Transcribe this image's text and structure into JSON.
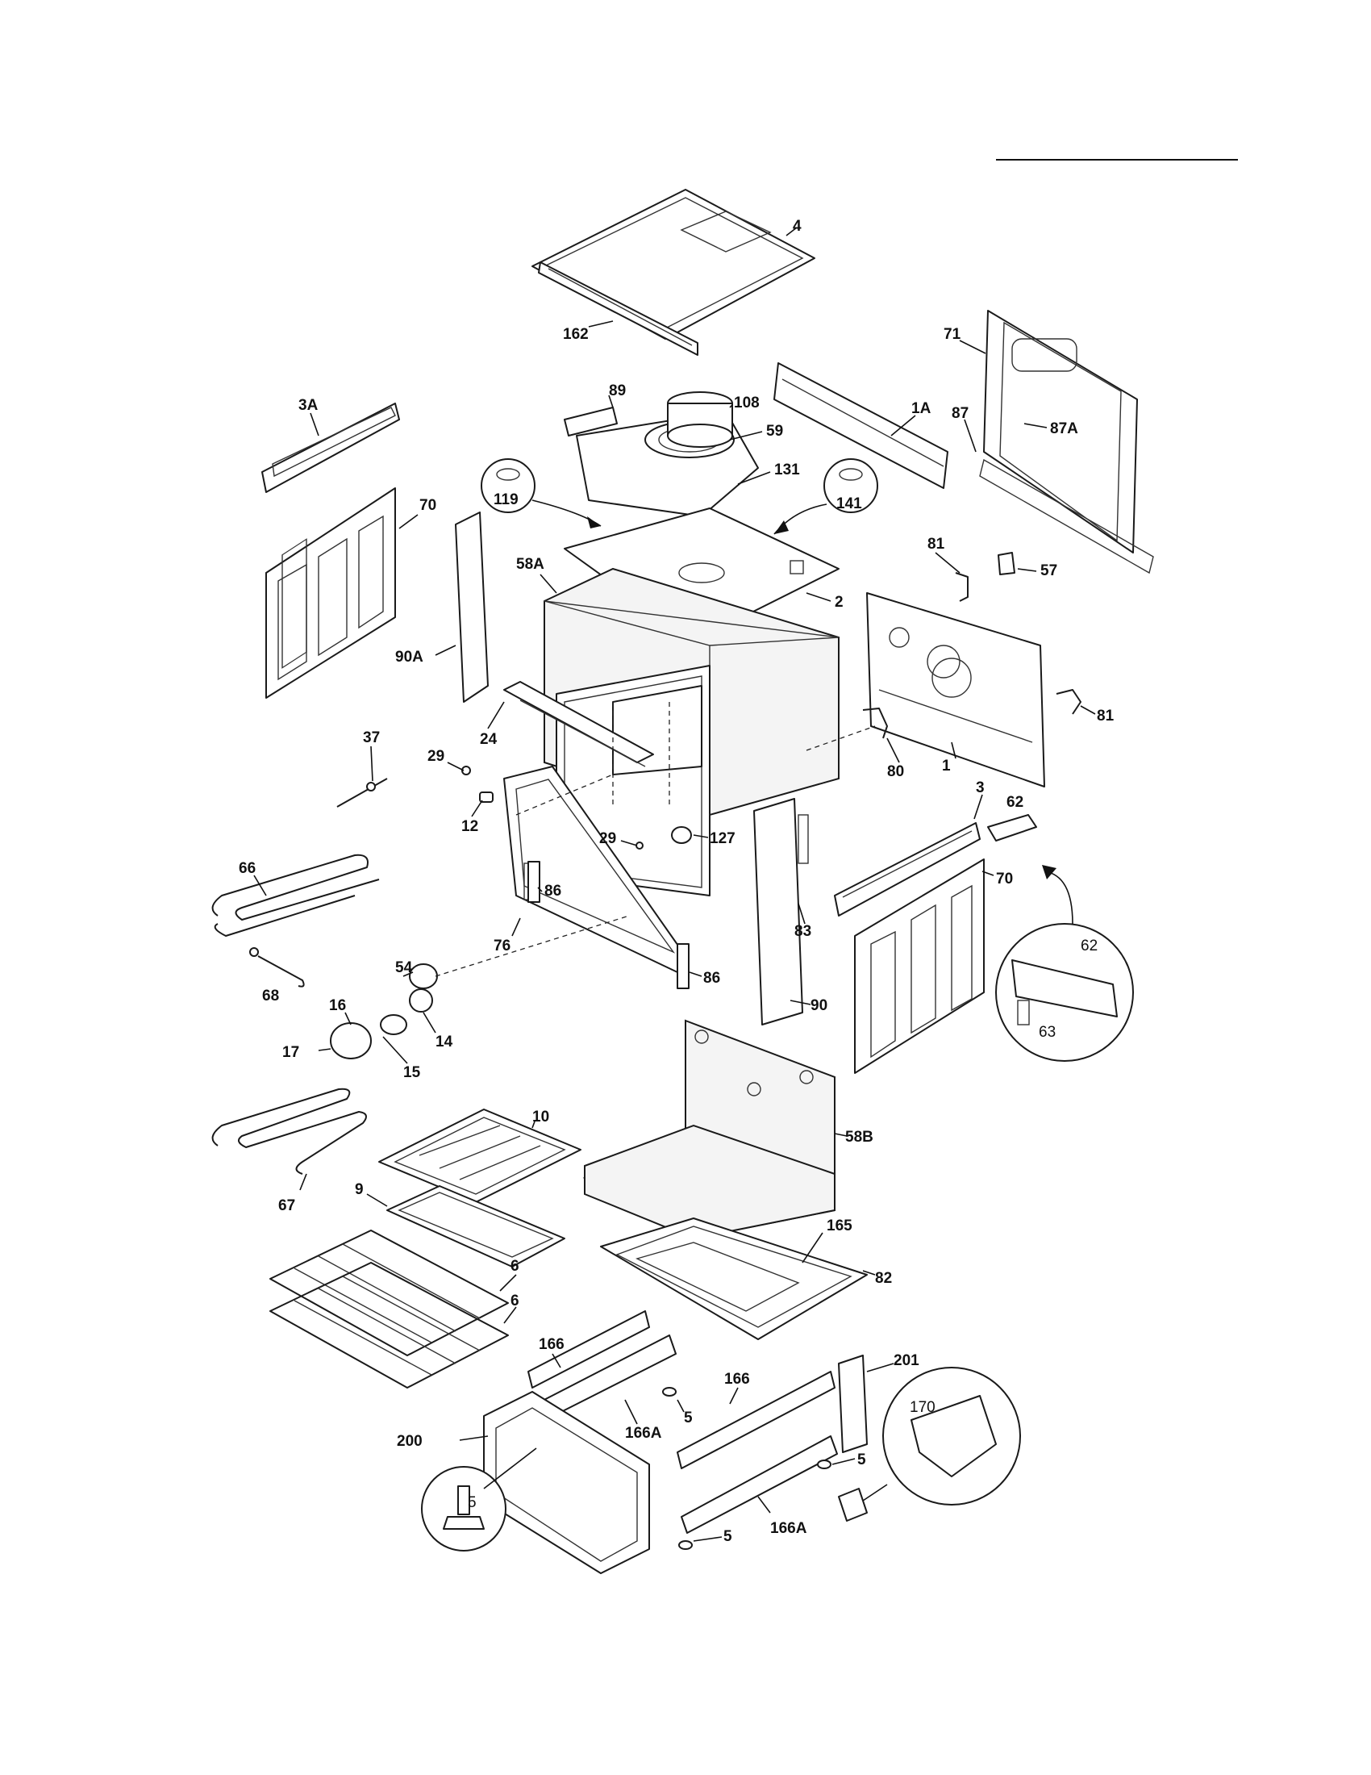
{
  "diagram": {
    "type": "exploded-parts-view",
    "labels": {
      "p4": "4",
      "p162": "162",
      "p71": "71",
      "p1A": "1A",
      "p87": "87",
      "p87A": "87A",
      "p3A": "3A",
      "p89": "89",
      "p108": "108",
      "p59": "59",
      "p131": "131",
      "p119": "119",
      "p141": "141",
      "p70a": "70",
      "p58A": "58A",
      "p2": "2",
      "p81a": "81",
      "p57": "57",
      "p81b": "81",
      "p90A": "90A",
      "p24": "24",
      "p37": "37",
      "p29a": "29",
      "p12": "12",
      "p80": "80",
      "p1": "1",
      "p3": "3",
      "p62a": "62",
      "p66": "66",
      "p29b": "29",
      "p127": "127",
      "p86a": "86",
      "p76": "76",
      "p83": "83",
      "p70b": "70",
      "p62b": "62",
      "p63": "63",
      "p68": "68",
      "p54": "54",
      "p86b": "86",
      "p90": "90",
      "p16": "16",
      "p14": "14",
      "p17": "17",
      "p15": "15",
      "p10": "10",
      "p58B": "58B",
      "p9": "9",
      "p67": "67",
      "p165": "165",
      "p82": "82",
      "p6a": "6",
      "p6b": "6",
      "p166a": "166",
      "p201": "201",
      "p5a": "5",
      "p166b": "166",
      "p170": "170",
      "p200": "200",
      "p166Aa": "166A",
      "p5b": "5",
      "p5c": "5",
      "p5d": "5",
      "p166Ab": "166A"
    }
  }
}
